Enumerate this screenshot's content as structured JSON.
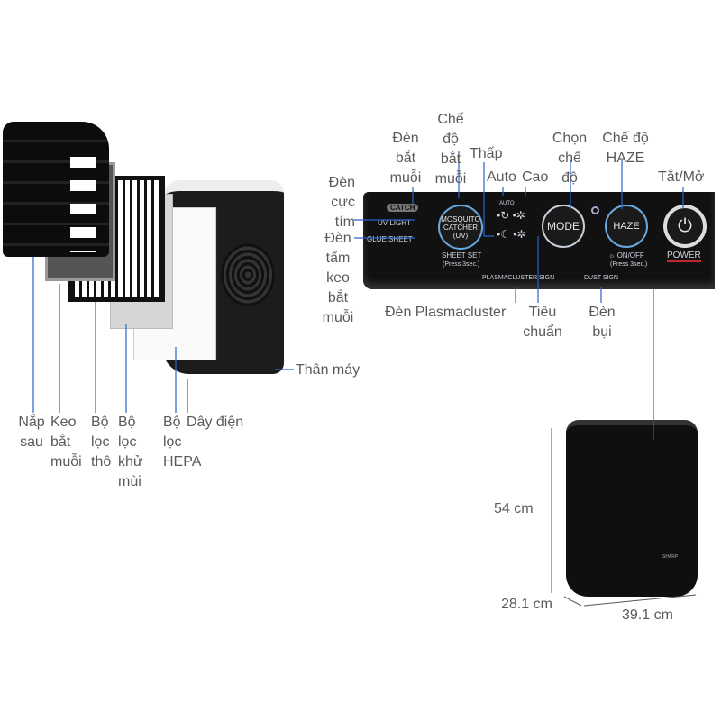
{
  "parts": {
    "back_cover": "Nắp sau",
    "mosquito_glue": "Keo bắt muỗi",
    "coarse_filter": "Bộ lọc thô",
    "deodorizing_filter": "Bộ lọc khử mùi",
    "hepa_filter": "Bộ lọc HEPA",
    "power_cord": "Dây điện",
    "body": "Thân máy"
  },
  "panel_callouts": {
    "uv_light": "Đèn cực tím",
    "glue_sheet_light": "Đèn tấm keo bắt muỗi",
    "catch_light": "Đèn bắt muỗi",
    "mosquito_mode": "Chế độ bắt muỗi",
    "low": "Thấp",
    "auto": "Auto",
    "high": "Cao",
    "mode_select": "Chọn chế độ",
    "haze_mode": "Chế độ HAZE",
    "power": "Tắt/Mở",
    "plasmacluster": "Đèn Plasmacluster",
    "standard": "Tiêu chuẩn",
    "dust": "Đèn bụi"
  },
  "panel": {
    "catch": "CATCH",
    "uv_light": "UV LIGHT",
    "glue_sheet": "GLUE SHEET",
    "sheet_set": "SHEET SET",
    "press3": "(Press 3sec.)",
    "mosquito_btn": "MOSQUITO CATCHER (UV)",
    "auto": "AUTO",
    "mode_btn": "MODE",
    "haze_btn": "HAZE",
    "onoff": "ON/OFF",
    "press3b": "(Press 3sec.)",
    "power": "POWER",
    "plasmacluster_sign": "PLASMACLUSTER SIGN",
    "dust_sign": "DUST SIGN",
    "brand": "SHARP"
  },
  "dimensions": {
    "height": "54 cm",
    "depth": "28.1 cm",
    "width": "39.1 cm"
  },
  "colors": {
    "line": "#2a64c8",
    "power_underline": "#c0282d"
  }
}
